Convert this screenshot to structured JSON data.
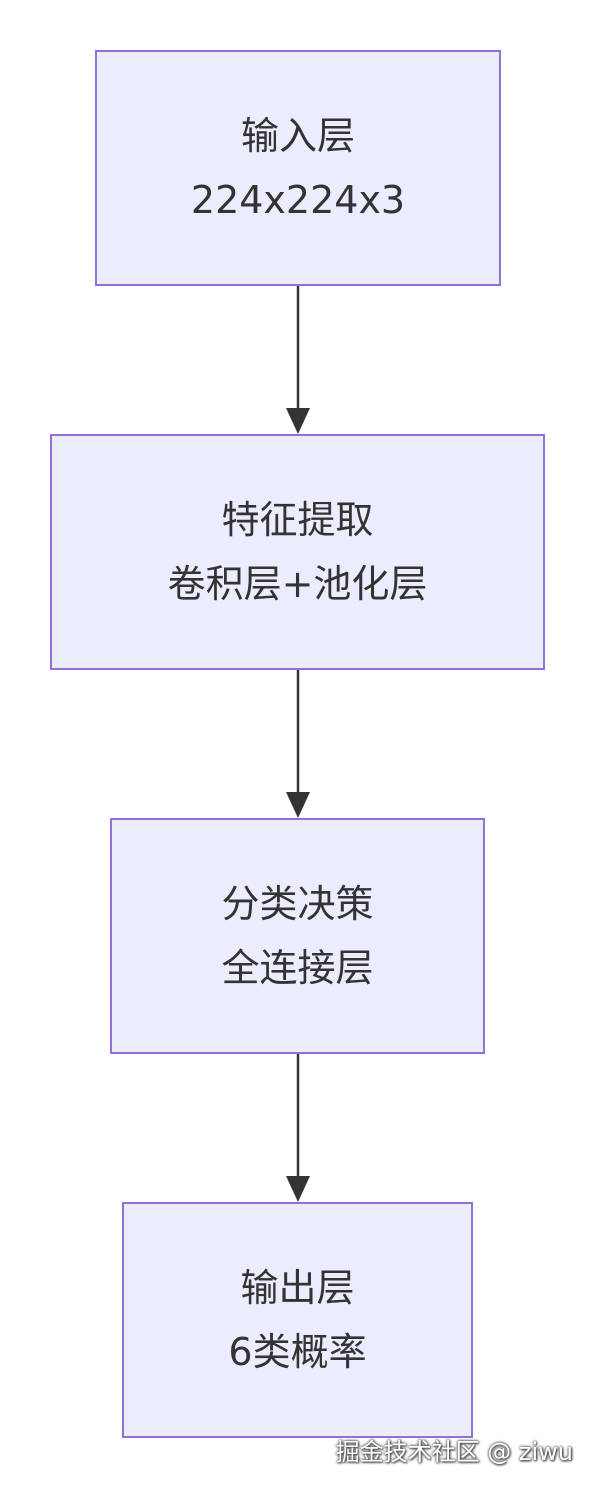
{
  "nodes": {
    "input": {
      "line1": "输入层",
      "line2": "224x224x3"
    },
    "feature": {
      "line1": "特征提取",
      "line2": "卷积层+池化层"
    },
    "classify": {
      "line1": "分类决策",
      "line2": "全连接层"
    },
    "output": {
      "line1": "输出层",
      "line2": "6类概率"
    }
  },
  "watermark": "掘金技术社区 @ ziwu",
  "colors": {
    "node_fill": "#ECECFF",
    "node_border": "#9370DB",
    "text": "#333333",
    "edge": "#333333"
  }
}
